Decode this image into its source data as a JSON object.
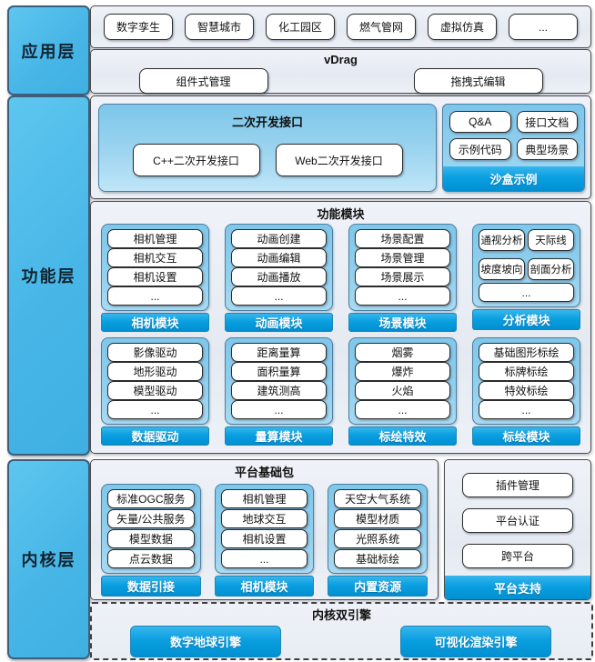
{
  "colors": {
    "accent_blue": "#00a0e4",
    "layer_label_blue": "#45b6e5",
    "module_light_blue": "#8cccec",
    "panel_gray": "#e9edf4"
  },
  "layers": {
    "application": "应用层",
    "function": "功能层",
    "kernel": "内核层"
  },
  "application": {
    "apps": [
      "数字孪生",
      "智慧城市",
      "化工园区",
      "燃气管网",
      "虚拟仿真",
      "..."
    ],
    "vdrag": {
      "title": "vDrag",
      "items": [
        "组件式管理",
        "拖拽式编辑"
      ]
    }
  },
  "development": {
    "sdk": {
      "title": "二次开发接口",
      "items": [
        "C++二次开发接口",
        "Web二次开发接口"
      ]
    },
    "sandbox": {
      "items": [
        "Q&A",
        "接口文档",
        "示例代码",
        "典型场景"
      ],
      "footer": "沙盒示例"
    }
  },
  "function_modules": {
    "title": "功能模块",
    "row1": [
      {
        "items": [
          "相机管理",
          "相机交互",
          "相机设置",
          "..."
        ],
        "footer": "相机模块"
      },
      {
        "items": [
          "动画创建",
          "动画编辑",
          "动画播放",
          "..."
        ],
        "footer": "动画模块"
      },
      {
        "items": [
          "场景配置",
          "场景管理",
          "场景展示",
          "..."
        ],
        "footer": "场景模块"
      },
      {
        "grid": [
          "通视分析",
          "天际线",
          "坡度坡向",
          "剖面分析"
        ],
        "more": "...",
        "footer": "分析模块"
      }
    ],
    "row2": [
      {
        "items": [
          "影像驱动",
          "地形驱动",
          "模型驱动",
          "..."
        ],
        "footer": "数据驱动"
      },
      {
        "items": [
          "距离量算",
          "面积量算",
          "建筑测高",
          "..."
        ],
        "footer": "量算模块"
      },
      {
        "items": [
          "烟雾",
          "爆炸",
          "火焰",
          "..."
        ],
        "footer": "标绘特效"
      },
      {
        "items": [
          "基础图形标绘",
          "标牌标绘",
          "特效标绘",
          "..."
        ],
        "footer": "标绘模块"
      }
    ]
  },
  "kernel": {
    "base": {
      "title": "平台基础包",
      "modules": [
        {
          "items": [
            "标准OGC服务",
            "矢量/公共服务",
            "模型数据",
            "点云数据"
          ],
          "footer": "数据引接"
        },
        {
          "items": [
            "相机管理",
            "地球交互",
            "相机设置",
            "..."
          ],
          "footer": "相机模块"
        },
        {
          "items": [
            "天空大气系统",
            "模型材质",
            "光照系统",
            "基础标绘"
          ],
          "footer": "内置资源"
        }
      ]
    },
    "support": {
      "items": [
        "插件管理",
        "平台认证",
        "跨平台"
      ],
      "footer": "平台支持"
    },
    "engines": {
      "title": "内核双引擎",
      "items": [
        "数字地球引擎",
        "可视化渲染引擎"
      ]
    }
  }
}
